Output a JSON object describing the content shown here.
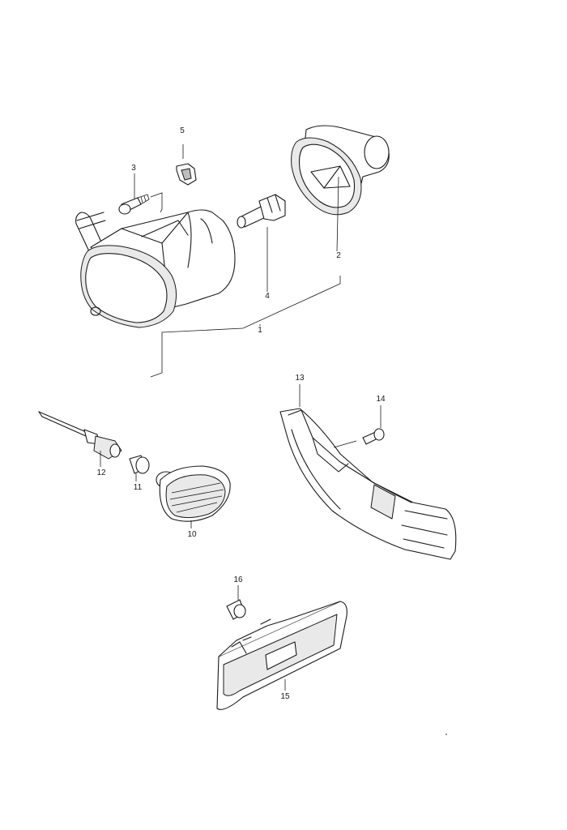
{
  "diagram": {
    "callouts": {
      "c1": "1",
      "c2": "2",
      "c3": "3",
      "c4": "4",
      "c5": "5",
      "c10": "10",
      "c11": "11",
      "c12": "12",
      "c13": "13",
      "c14": "14",
      "c15": "15",
      "c16": "16"
    }
  }
}
